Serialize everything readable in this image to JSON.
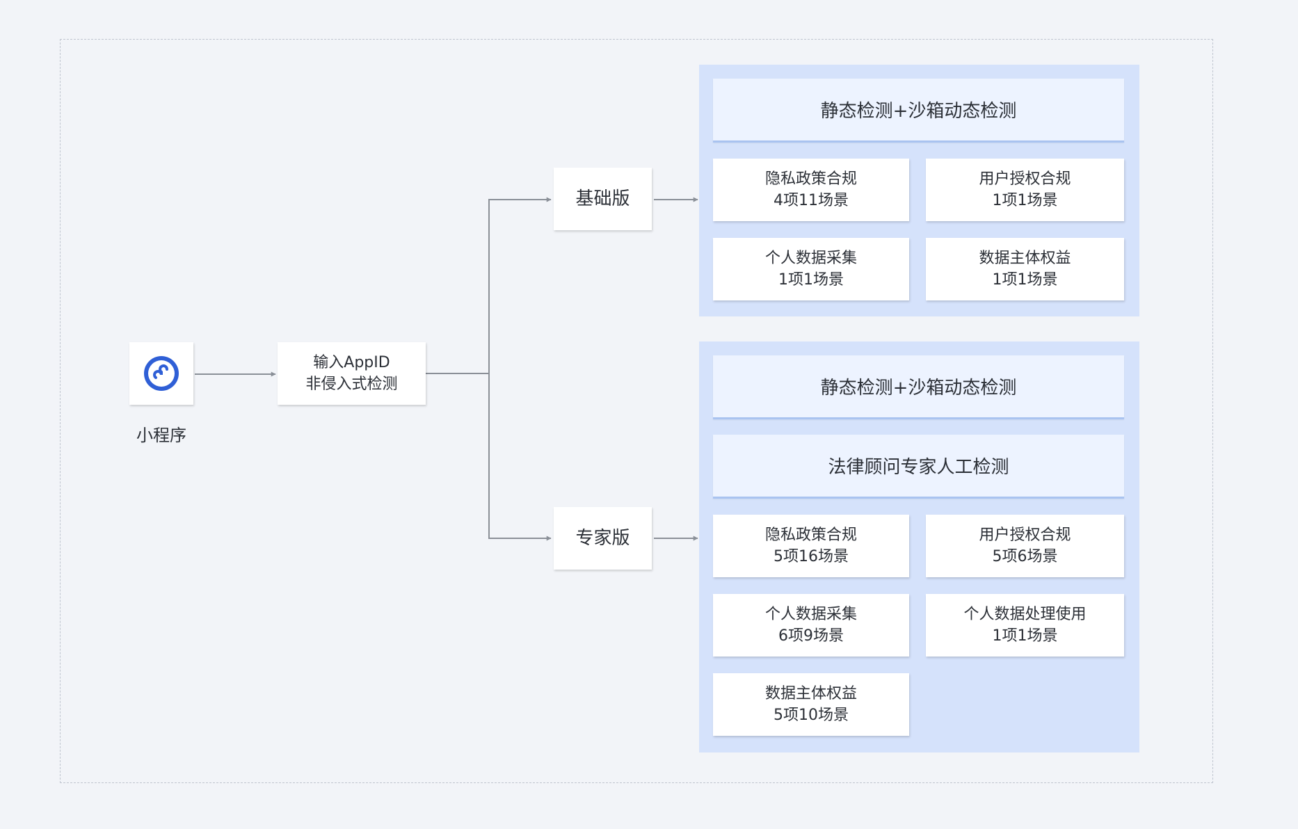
{
  "source": {
    "icon": "mini-program-icon",
    "label": "小程序"
  },
  "input": {
    "line1": "输入AppID",
    "line2": "非侵入式检测"
  },
  "colors": {
    "panel": "#d5e2fb",
    "header": "#edf3ff",
    "icon": "#2f5fd6",
    "connector": "#8a8f97"
  },
  "basic": {
    "label": "基础版",
    "headers": [
      "静态检测+沙箱动态检测"
    ],
    "cards": [
      {
        "title": "隐私政策合规",
        "detail": "4项11场景"
      },
      {
        "title": "用户授权合规",
        "detail": "1项1场景"
      },
      {
        "title": "个人数据采集",
        "detail": "1项1场景"
      },
      {
        "title": "数据主体权益",
        "detail": "1项1场景"
      }
    ]
  },
  "expert": {
    "label": "专家版",
    "headers": [
      "静态检测+沙箱动态检测",
      "法律顾问专家人工检测"
    ],
    "cards": [
      {
        "title": "隐私政策合规",
        "detail": "5项16场景"
      },
      {
        "title": "用户授权合规",
        "detail": "5项6场景"
      },
      {
        "title": "个人数据采集",
        "detail": "6项9场景"
      },
      {
        "title": "个人数据处理使用",
        "detail": "1项1场景"
      },
      {
        "title": "数据主体权益",
        "detail": "5项10场景"
      }
    ]
  }
}
